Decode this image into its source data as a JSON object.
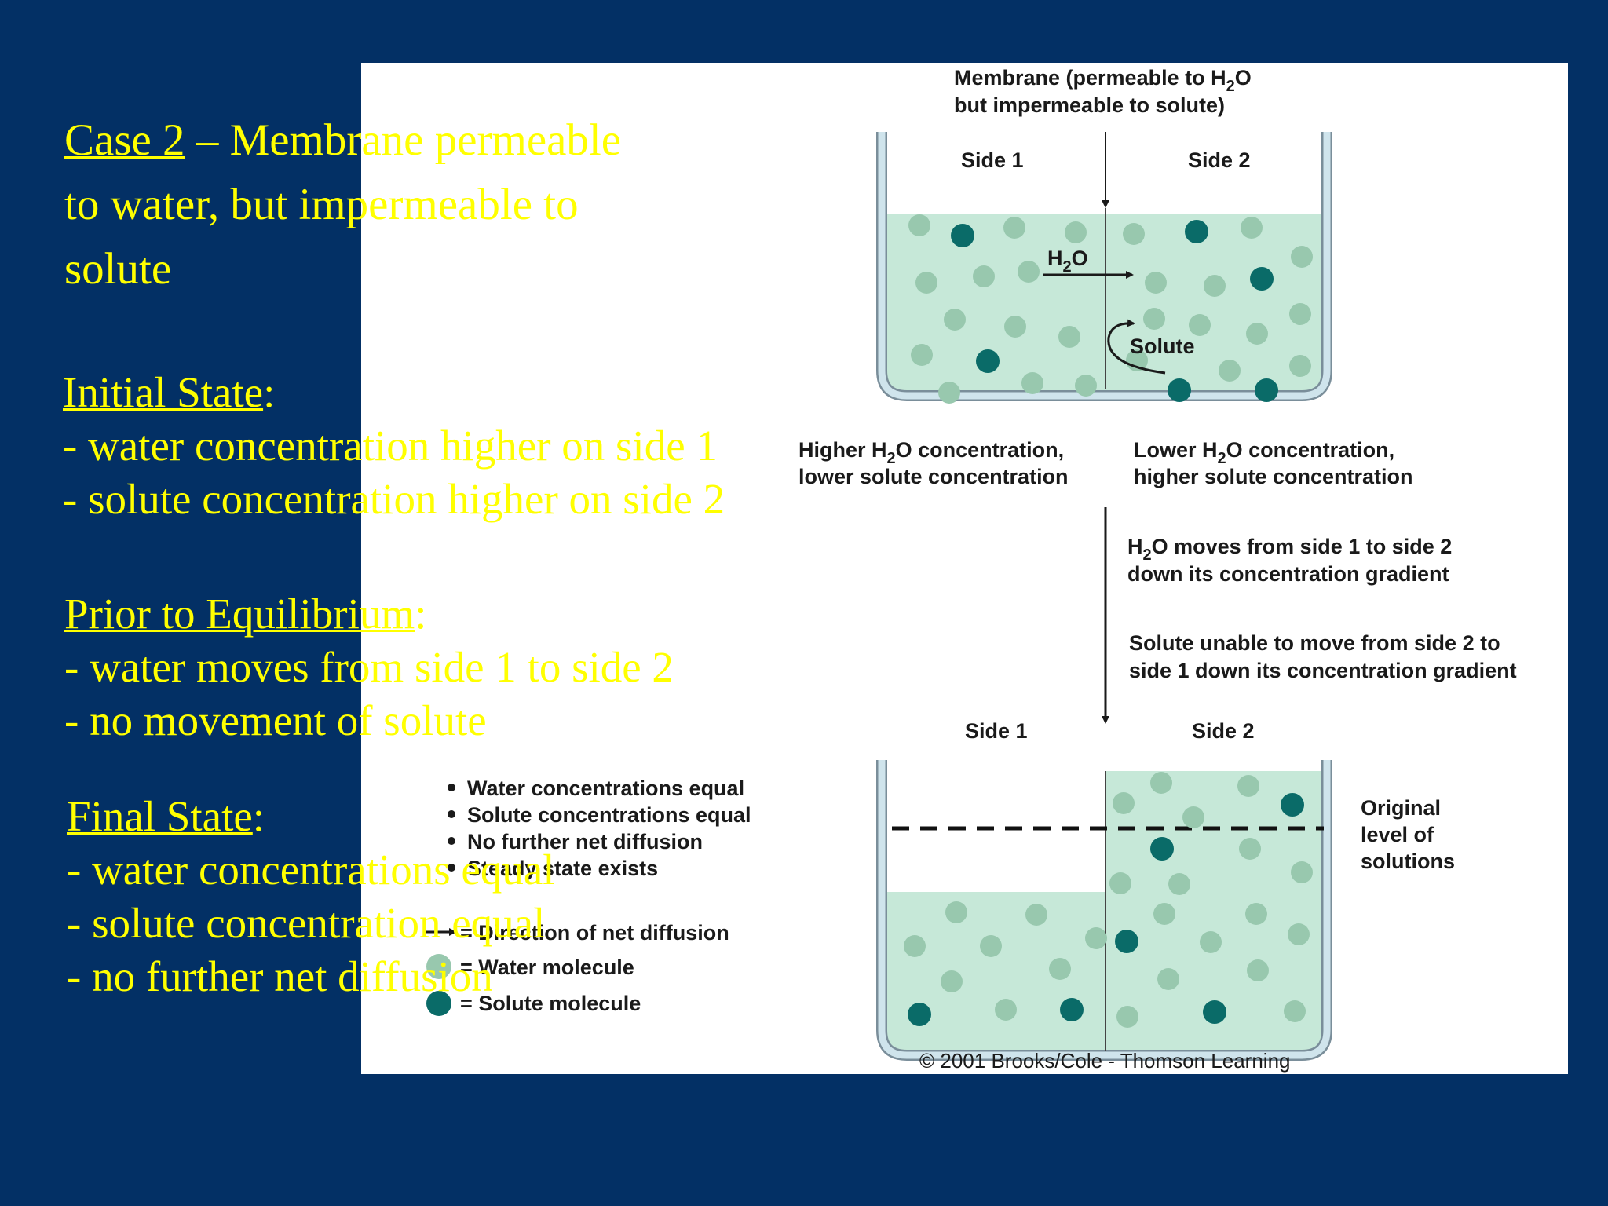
{
  "slide": {
    "title": {
      "label": "Case 2",
      "rest": " – Membrane permeable",
      "line2": "to water, but impermeable to",
      "line3": "solute"
    },
    "initial": {
      "heading": "Initial State",
      "colon": ":",
      "items": [
        "- water concentration higher on side 1",
        "- solute concentration higher on side 2"
      ]
    },
    "prior": {
      "heading": "Prior to Equilibrium",
      "colon": ":",
      "items": [
        "- water moves from side 1 to side 2",
        "- no movement of solute"
      ]
    },
    "final": {
      "heading": "Final State",
      "colon": ":",
      "items": [
        "- water concentrations equal",
        "- solute concentration equal",
        "- no further net diffusion"
      ]
    }
  },
  "figure": {
    "membrane_label": {
      "line1_pre": "Membrane (permeable to H",
      "line1_sub": "2",
      "line1_post": "O",
      "line2": "but impermeable to solute)"
    },
    "top": {
      "side1": "Side 1",
      "side2": "Side 2",
      "h2o_pre": "H",
      "h2o_sub": "2",
      "h2o_post": "O",
      "solute": "Solute"
    },
    "left_caption": {
      "l1_pre": "Higher H",
      "l1_sub": "2",
      "l1_post": "O concentration,",
      "l2": "lower solute concentration"
    },
    "right_caption": {
      "l1_pre": "Lower H",
      "l1_sub": "2",
      "l1_post": "O concentration,",
      "l2": "higher solute concentration"
    },
    "step1": {
      "l1_pre": "H",
      "l1_sub": "2",
      "l1_post": "O moves from side 1 to side 2",
      "l2": "down its concentration gradient"
    },
    "step2": {
      "l1": "Solute unable to move from side 2 to",
      "l2": "side 1 down its concentration gradient"
    },
    "bottom": {
      "side1": "Side 1",
      "side2": "Side 2",
      "original_level": [
        "Original",
        "level of",
        "solutions"
      ]
    },
    "bullets": [
      "Water concentrations equal",
      "Solute concentrations equal",
      "No further net diffusion",
      "Steady state exists"
    ],
    "legend": {
      "arrow": "= Direction of net diffusion",
      "water": "= Water molecule",
      "solute": "= Solute molecule"
    },
    "copyright": "© 2001 Brooks/Cole - Thomson Learning",
    "colors": {
      "water_fill": "#c6e8d8",
      "water_molecule": "#98c8ae",
      "solute_molecule": "#0a6b68",
      "container": "#7a8e9a",
      "container_inner": "#cfe4ec"
    }
  }
}
